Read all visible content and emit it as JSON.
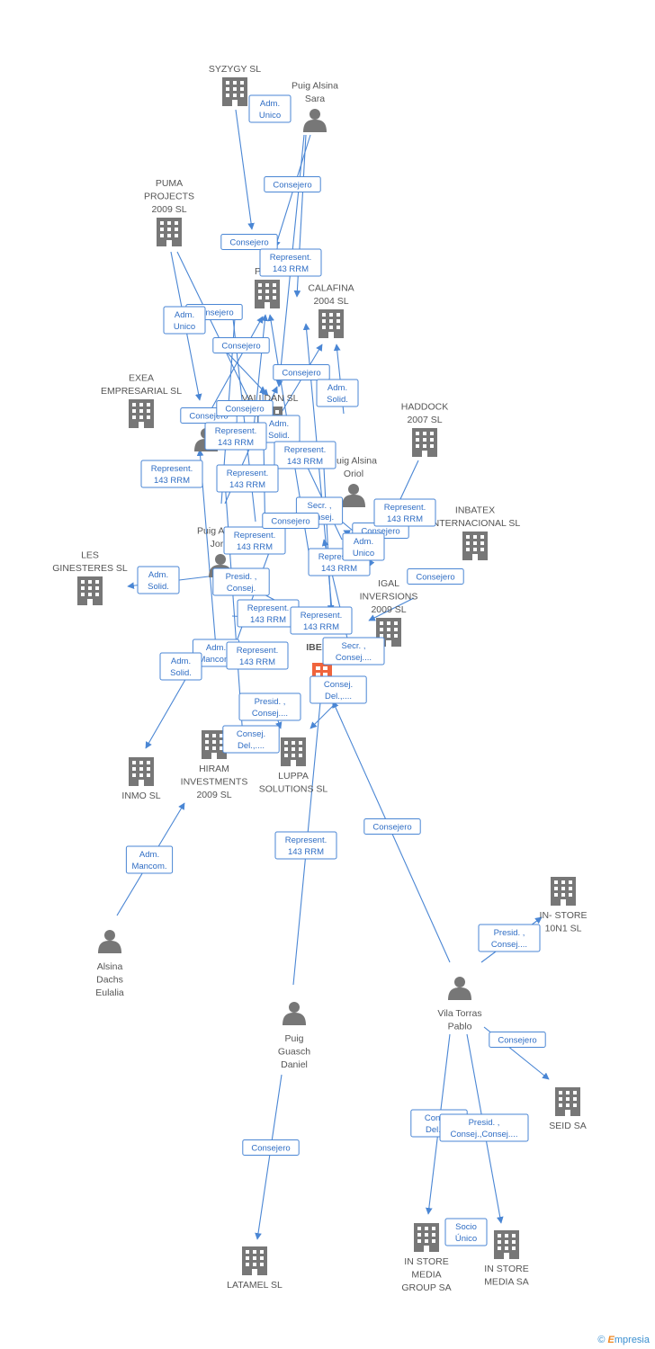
{
  "colors": {
    "edge": "#4a86d4",
    "edge_text": "#2f6dc4",
    "node": "#777777",
    "center": "#f0643c",
    "label": "#555555"
  },
  "nodes": [
    {
      "id": "syzygy",
      "kind": "company",
      "lines": [
        "SYZYGY SL"
      ]
    },
    {
      "id": "puig_sara",
      "kind": "person",
      "lines": [
        "Puig Alsina",
        "Sara"
      ]
    },
    {
      "id": "puma",
      "kind": "company",
      "lines": [
        "PUMA",
        "PROJECTS",
        "2009 SL"
      ]
    },
    {
      "id": "vil_proj",
      "kind": "company",
      "lines": [
        "VIL",
        "PROJ"
      ]
    },
    {
      "id": "calafina",
      "kind": "company",
      "lines": [
        "CALAFINA",
        "2004 SL"
      ]
    },
    {
      "id": "exea",
      "kind": "company",
      "lines": [
        "EXEA",
        "EMPRESARIAL SL"
      ]
    },
    {
      "id": "puig_alsina_a",
      "kind": "person",
      "lines": [
        "Puig Alsina"
      ]
    },
    {
      "id": "valldan",
      "kind": "company",
      "lines": [
        "VALLDAN SL"
      ]
    },
    {
      "id": "haddock",
      "kind": "company",
      "lines": [
        "HADDOCK",
        "2007  SL"
      ]
    },
    {
      "id": "puig_oriol",
      "kind": "person",
      "lines": [
        "Puig Alsina",
        "Oriol"
      ]
    },
    {
      "id": "inbatex",
      "kind": "company",
      "lines": [
        "INBATEX",
        "INTERNACIONAL SL"
      ]
    },
    {
      "id": "puig_jordi",
      "kind": "person",
      "lines": [
        "Puig Alsina",
        "Jordi"
      ]
    },
    {
      "id": "ginesteres",
      "kind": "company",
      "lines": [
        "LES",
        "GINESTERES SL"
      ]
    },
    {
      "id": "igal",
      "kind": "company",
      "lines": [
        "IGAL",
        "INVERSIONS",
        "2009 SL"
      ]
    },
    {
      "id": "center",
      "kind": "center",
      "lines": [
        "IBERIA"
      ]
    },
    {
      "id": "inmo",
      "kind": "company",
      "lines": [
        "INMO SL"
      ]
    },
    {
      "id": "hiram",
      "kind": "company",
      "lines": [
        "HIRAM",
        "INVESTMENTS",
        "2009 SL"
      ]
    },
    {
      "id": "luppa",
      "kind": "company",
      "lines": [
        "LUPPA",
        "SOLUTIONS SL"
      ]
    },
    {
      "id": "in_store_10n1",
      "kind": "company",
      "lines": [
        "IN- STORE",
        "10N1  SL"
      ]
    },
    {
      "id": "alsina_eulalia",
      "kind": "person",
      "lines": [
        "Alsina",
        "Dachs",
        "Eulalia"
      ]
    },
    {
      "id": "vila_pablo",
      "kind": "person",
      "lines": [
        "Vila Torras",
        "Pablo"
      ]
    },
    {
      "id": "puig_daniel",
      "kind": "person",
      "lines": [
        "Puig",
        "Guasch",
        "Daniel"
      ]
    },
    {
      "id": "seid",
      "kind": "company",
      "lines": [
        "SEID SA"
      ]
    },
    {
      "id": "latamel",
      "kind": "company",
      "lines": [
        "LATAMEL  SL"
      ]
    },
    {
      "id": "in_store_media_group",
      "kind": "company",
      "lines": [
        "IN STORE",
        "MEDIA",
        "GROUP SA"
      ]
    },
    {
      "id": "in_store_media",
      "kind": "company",
      "lines": [
        "IN STORE",
        "MEDIA SA"
      ]
    }
  ],
  "relations": [
    [
      "Adm.",
      "Unico"
    ],
    [
      "Consejero"
    ],
    [
      "Consejero"
    ],
    [
      "Represent.",
      "143 RRM"
    ],
    [
      "Consejero"
    ],
    [
      "Adm.",
      "Unico"
    ],
    [
      "Consejero"
    ],
    [
      "Consejero"
    ],
    [
      "Adm.",
      "Solid."
    ],
    [
      "Consejero"
    ],
    [
      "Consejero"
    ],
    [
      "Adm.",
      "Solid."
    ],
    [
      "Represent.",
      "143 RRM"
    ],
    [
      "Represent.",
      "143 RRM"
    ],
    [
      "Represent.",
      "143 RRM"
    ],
    [
      "Represent.",
      "143 RRM"
    ],
    [
      "Secr. ,",
      "Consej."
    ],
    [
      "Represent.",
      "143 RRM"
    ],
    [
      "Consejero"
    ],
    [
      "Consejero"
    ],
    [
      "Represent.",
      "143 RRM"
    ],
    [
      "Adm.",
      "Unico"
    ],
    [
      "Represent.",
      "143 RRM"
    ],
    [
      "Adm.",
      "Solid."
    ],
    [
      "Presid. ,",
      "Consej."
    ],
    [
      "Consejero"
    ],
    [
      "Represent.",
      "143 RRM"
    ],
    [
      "Represent.",
      "143 RRM"
    ],
    [
      "Adm.",
      "Mancom."
    ],
    [
      "Adm.",
      "Solid."
    ],
    [
      "Represent.",
      "143 RRM"
    ],
    [
      "Secr. ,",
      "Consej...."
    ],
    [
      "Consej.",
      "Del.,...."
    ],
    [
      "Presid. ,",
      "Consej...."
    ],
    [
      "Consej.",
      "Del.,...."
    ],
    [
      "Represent.",
      "143 RRM"
    ],
    [
      "Consejero"
    ],
    [
      "Adm.",
      "Mancom."
    ],
    [
      "Presid. ,",
      "Consej...."
    ],
    [
      "Consejero"
    ],
    [
      "Consejero"
    ],
    [
      "Consej.",
      "Del.,...."
    ],
    [
      "Presid. ,",
      "Consej.,Consej...."
    ],
    [
      "Socio",
      "Único"
    ]
  ],
  "brand": {
    "copyright": "©",
    "name": "mpresia",
    "initial": "E"
  }
}
